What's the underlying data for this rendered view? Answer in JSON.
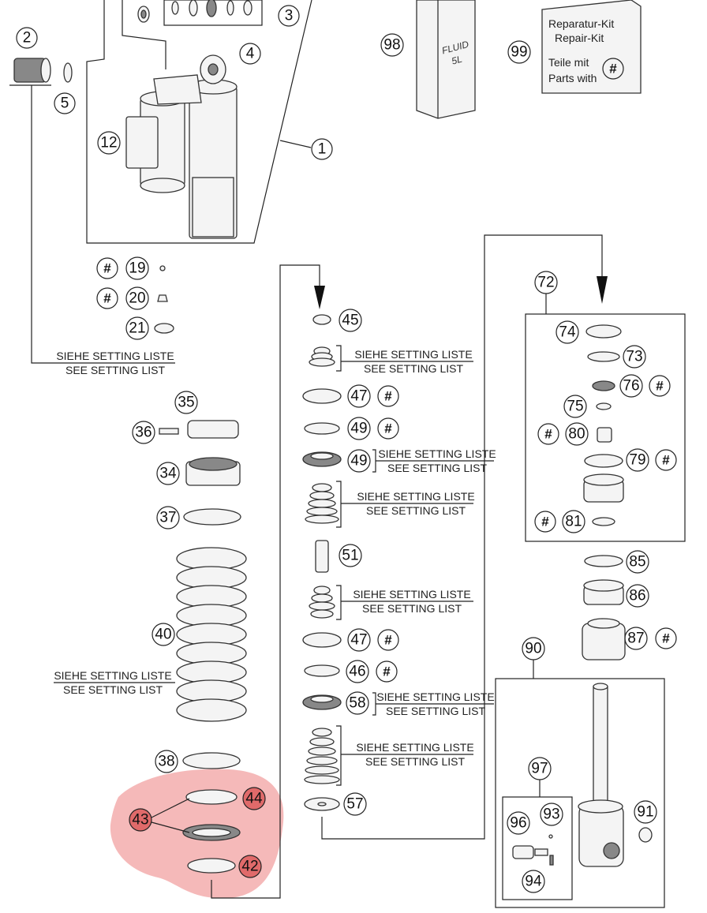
{
  "callouts": {
    "c1": "1",
    "c2": "2",
    "c3": "3",
    "c4": "4",
    "c5": "5",
    "c12": "12",
    "c19": "19",
    "c20": "20",
    "c21": "21",
    "c34": "34",
    "c35": "35",
    "c36": "36",
    "c37": "37",
    "c38": "38",
    "c40": "40",
    "c42": "42",
    "c43": "43",
    "c44": "44",
    "c45": "45",
    "c46": "46",
    "c47a": "47",
    "c47b": "47",
    "c49a": "49",
    "c49b": "49",
    "c51": "51",
    "c57": "57",
    "c58": "58",
    "c72": "72",
    "c73": "73",
    "c74": "74",
    "c75": "75",
    "c76": "76",
    "c79": "79",
    "c80": "80",
    "c81": "81",
    "c85": "85",
    "c86": "86",
    "c87": "87",
    "c90": "90",
    "c91": "91",
    "c93": "93",
    "c94": "94",
    "c96": "96",
    "c97": "97",
    "c98": "98",
    "c99": "99"
  },
  "hash_symbol": "#",
  "setting_list": {
    "de": "SIEHE SETTING LISTE",
    "en": "SEE SETTING LIST"
  },
  "repair_kit": {
    "line1": "Reparatur-Kit",
    "line2": "Repair-Kit",
    "line3": "Teile mit",
    "line4": "Parts with"
  },
  "fluid_can": {
    "line1": "FLUID",
    "line2": "5L"
  },
  "colors": {
    "highlight": "#e8646480",
    "callout_highlight": "#c83a3a"
  }
}
